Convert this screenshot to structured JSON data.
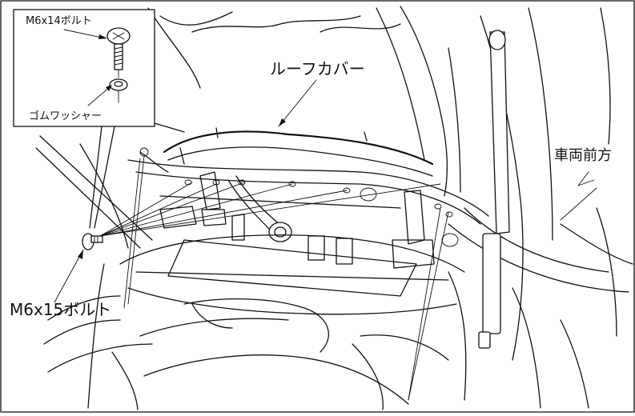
{
  "labels": {
    "bolt_m6x14": "M6x14ボルト",
    "rubber_washer": "ゴムワッシャー",
    "roof_cover": "ルーフカバー",
    "vehicle_front": "車両前方",
    "bolt_m6x15": "M6x15ボルト"
  },
  "colors": {
    "line": "#111111",
    "background": "#ffffff"
  }
}
